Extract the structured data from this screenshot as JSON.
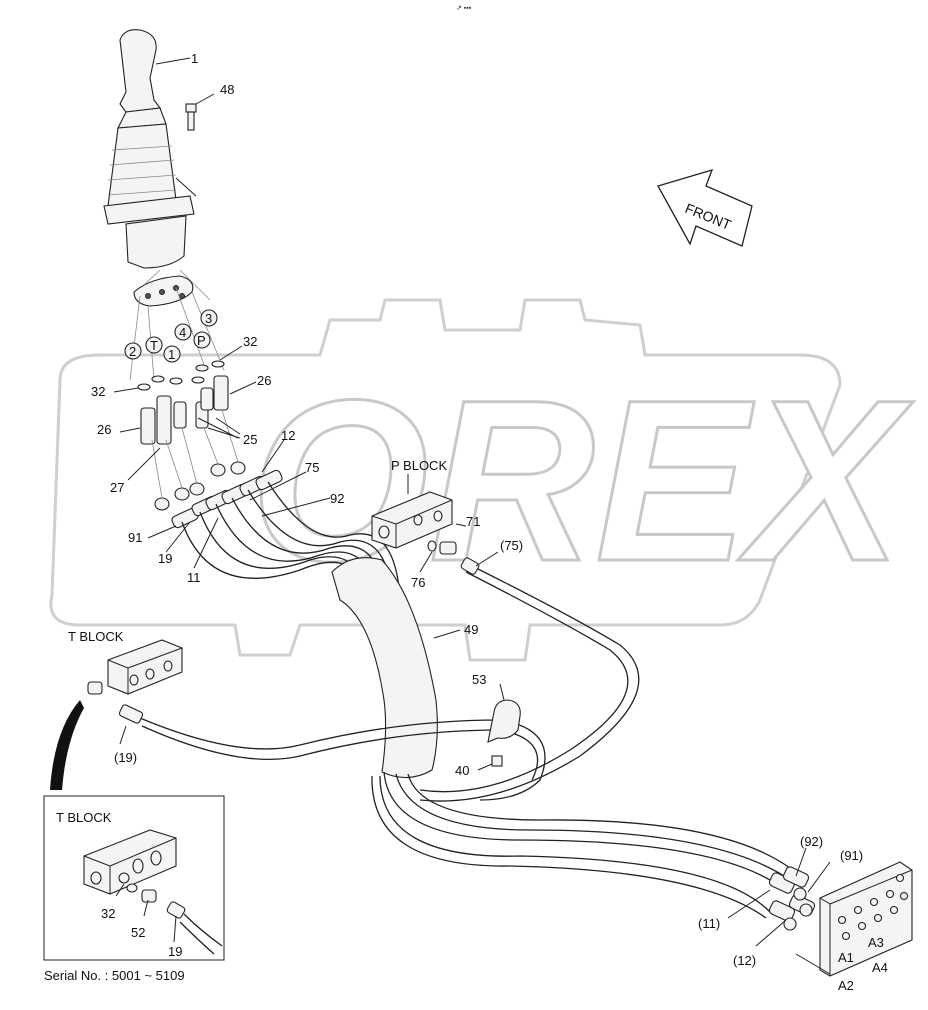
{
  "watermark": "OREX",
  "arrow_label": "FRONT",
  "blocks": {
    "p_block": "P BLOCK",
    "t_block": "T BLOCK",
    "inset_t_block": "T BLOCK"
  },
  "port_circles": [
    "2",
    "T",
    "1",
    "4",
    "P",
    "3"
  ],
  "callouts": {
    "c1": "1",
    "c48": "48",
    "c32a": "32",
    "c32b": "32",
    "c26a": "26",
    "c26b": "26",
    "c25": "25",
    "c27": "27",
    "c12": "12",
    "c75": "75",
    "c92": "92",
    "c91": "91",
    "c19": "19",
    "c11": "11",
    "c71": "71",
    "c76": "76",
    "c75p": "(75)",
    "c49": "49",
    "c53": "53",
    "c40": "40",
    "c19p": "(19)",
    "c92p": "(92)",
    "c91p": "(91)",
    "c11p": "(11)",
    "c12p": "(12)",
    "i32": "32",
    "i52": "52",
    "i19": "19"
  },
  "ports": {
    "a1": "A1",
    "a2": "A2",
    "a3": "A3",
    "a4": "A4"
  },
  "serial": "Serial No. : 5001 ~ 5109",
  "top_mark": "↗ ▪▪▪"
}
